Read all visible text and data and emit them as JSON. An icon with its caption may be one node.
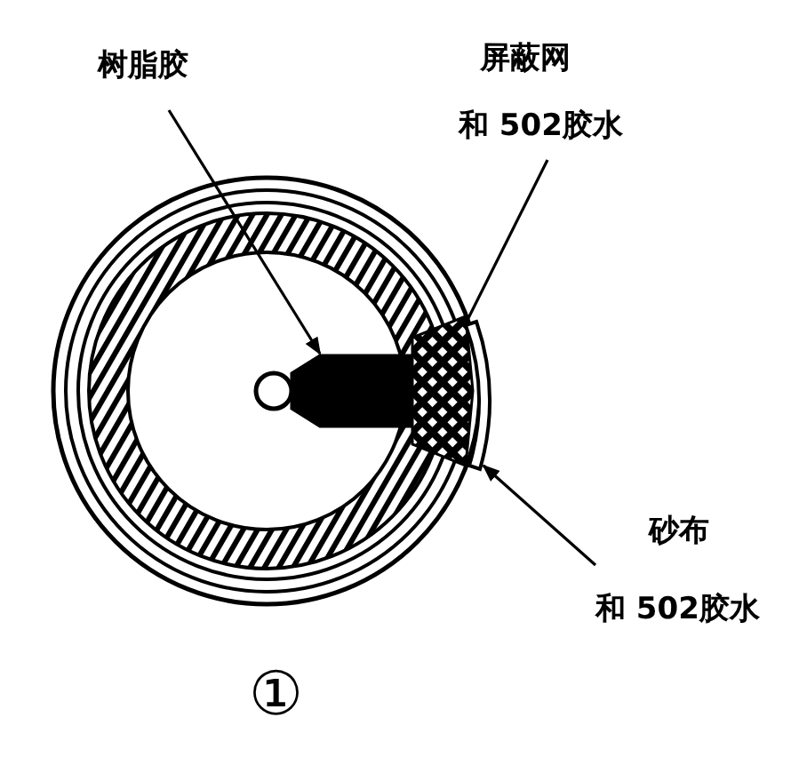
{
  "diagram": {
    "nodes": [
      {
        "text": [
          "树脂胶"
        ]
      },
      {
        "text": [
          "屏蔽网",
          "和 502胶水"
        ]
      },
      {
        "text": [
          "砂布",
          "和 502胶水"
        ]
      },
      {
        "text": [],
        "shape": "box"
      },
      {
        "text": [],
        "shape": "box"
      },
      {
        "text": [],
        "shape": "bar"
      }
    ],
    "edges": [
      {
        "from": 0,
        "to": 3,
        "arrow": "to"
      },
      {
        "from": 1,
        "to": 4,
        "arrow": "none"
      },
      {
        "from": 2,
        "to": 5,
        "arrow": "to"
      }
    ],
    "labels": [
      "①"
    ]
  }
}
